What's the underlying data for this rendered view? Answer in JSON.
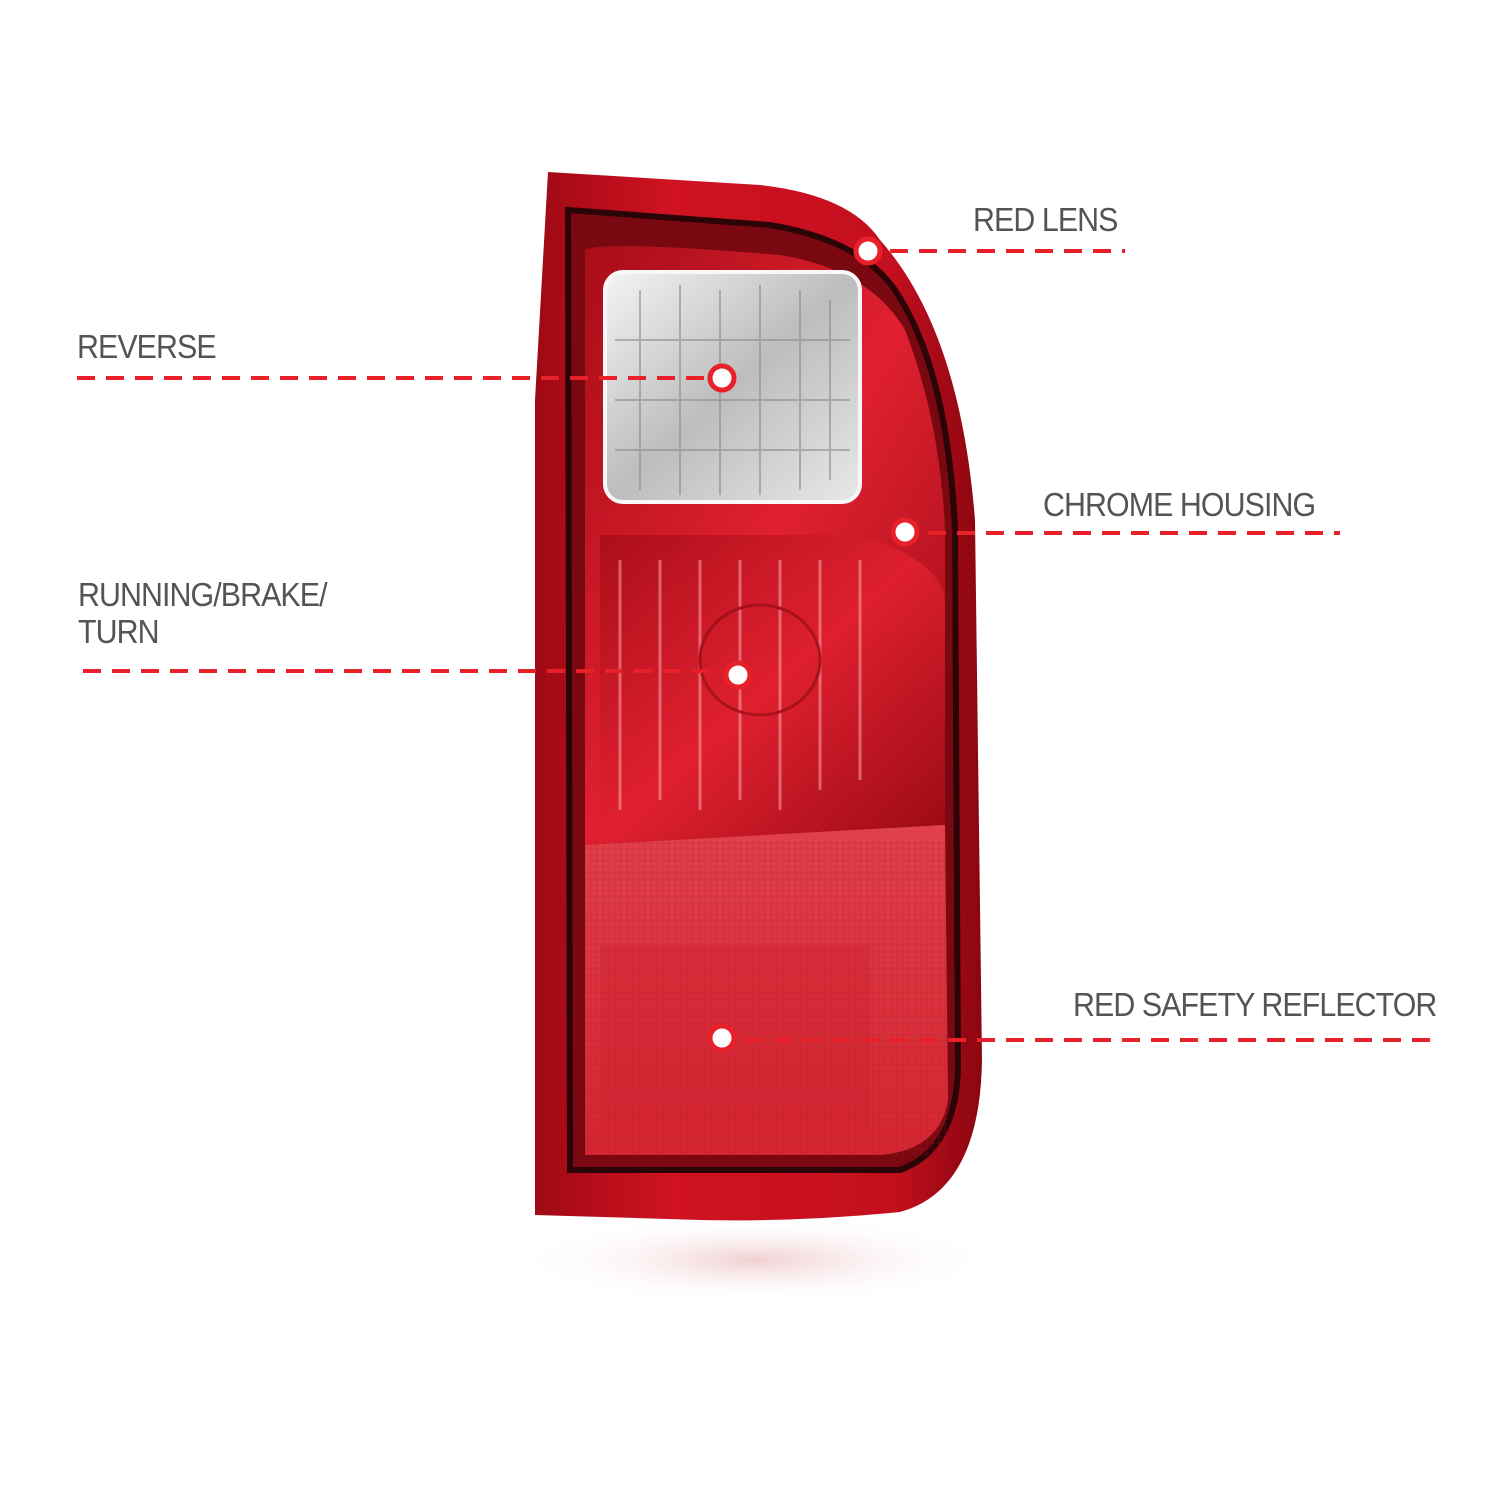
{
  "colors": {
    "accent": "#e8202a",
    "label_text": "#545454",
    "lens_red": "#c8101e"
  },
  "callouts": {
    "red_lens": "RED LENS",
    "reverse": "REVERSE",
    "chrome_housing": "CHROME HOUSING",
    "running_brake_turn_line1": "RUNNING/BRAKE/",
    "running_brake_turn_line2": "TURN",
    "red_safety_reflector": "RED SAFETY REFLECTOR"
  }
}
